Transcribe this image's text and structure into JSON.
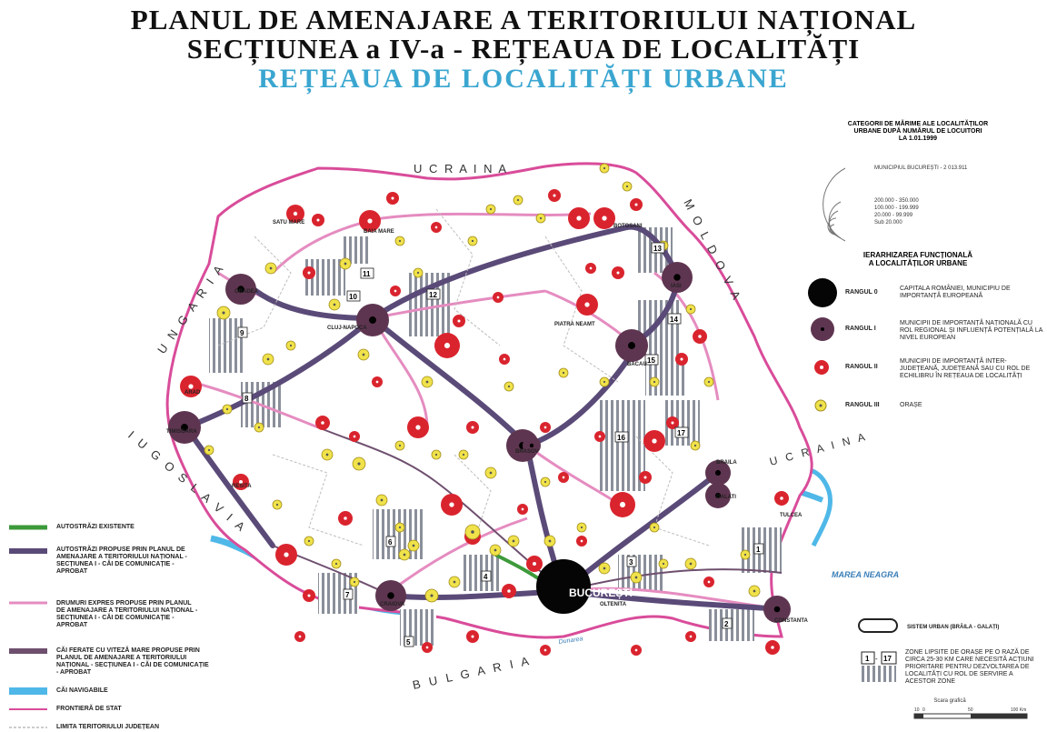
{
  "title": {
    "line1": "PLANUL DE AMENAJARE A TERITORIULUI NAȚIONAL",
    "line2": "SECȚIUNEA a IV-a - REȚEAUA DE LOCALITĂȚI",
    "line3": "REȚEAUA DE LOCALITĂȚI URBANE"
  },
  "neighbors": {
    "ucraina_north": "U C R A I N A",
    "moldova": "M O L D O V A",
    "ungaria": "U N G A R I A",
    "iugoslavia": "I U G O S L A V I A",
    "bulgaria": "B U L G A R I A",
    "ucraina_east": "U C R A I N A",
    "sea": "MAREA NEAGRA",
    "river": "Dunarea"
  },
  "cities": {
    "bucuresti": "BUCUREȘTI",
    "satu_mare": "SATU MARE",
    "baia_mare": "BAIA MARE",
    "botosani": "BOTOSANI",
    "iasi": "IASI",
    "oradea": "ORADEA",
    "cluj": "CLUJ-NAPOCA",
    "piatra_neamt": "PIATRA NEAMT",
    "bacau": "BACAU",
    "arad": "ARAD",
    "timisoara": "TIMISOARA",
    "brasov": "BRASOV",
    "galati": "GALATI",
    "braila": "BRAILA",
    "tulcea": "TULCEA",
    "constanta": "CONSTANTA",
    "craiova": "CRAIOVA",
    "resita": "RESITA",
    "oltenita": "OLTENITA"
  },
  "legend_size": {
    "title": "CATEGORII DE MĂRIME ALE LOCALITĂȚILOR URBANE DUPĂ NUMĂRUL DE LOCUITORI LA 1.01.1999",
    "bucuresti": "MUNICIPIUL BUCUREȘTI - 2 013.911",
    "r1": "200.000 - 350.000",
    "r2": "100.000 - 199.999",
    "r3": "20.000 - 99.999",
    "r4": "Sub 20.000"
  },
  "legend_rank": {
    "title": "IERARHIZAREA FUNCȚIONALĂ A LOCALITĂȚILOR URBANE",
    "items": [
      {
        "rank": "RANGUL 0",
        "desc": "CAPITALA ROMÂNIEI, MUNICIPIU DE IMPORTANȚĂ EUROPEANĂ",
        "color": "#050505"
      },
      {
        "rank": "RANGUL I",
        "desc": "MUNICIPII DE IMPORTANȚĂ NAȚIONALĂ CU ROL REGIONAL ȘI INFLUENȚĂ POTENȚIALĂ LA NIVEL EUROPEAN",
        "color": "#5e3550"
      },
      {
        "rank": "RANGUL II",
        "desc": "MUNICIPII DE IMPORTANȚĂ INTER-JUDEȚEANĂ, JUDEȚEANĂ SAU CU ROL DE ECHILIBRU ÎN REȚEAUA DE LOCALITĂȚI",
        "color": "#d9242e"
      },
      {
        "rank": "RANGUL III",
        "desc": "ORAȘE",
        "color": "#f0e24a"
      }
    ]
  },
  "legend_extra": {
    "sistem": "SISTEM URBAN (BRĂILA - GALAȚI)",
    "zone_range": "1 - 17",
    "zone_desc": "ZONE LIPSITE DE ORAȘE PE O RAZĂ DE CIRCA 25-30 KM CARE NECESITĂ ACȚIUNI PRIORITARE PENTRU DEZVOLTAREA DE LOCALITĂȚI CU ROL DE SERVIRE A ACESTOR ZONE",
    "scale_title": "Scara grafică",
    "scale_ticks": [
      "10",
      "0",
      "50",
      "100 Km"
    ]
  },
  "legend_lines": [
    {
      "label": "AUTOSTRĂZI EXISTENTE",
      "color": "#3c9a3a"
    },
    {
      "label": "AUTOSTRĂZI PROPUSE PRIN PLANUL DE AMENAJARE A TERITORIULUI NAȚIONAL - SECȚIUNEA I - CĂI DE COMUNICAȚIE - APROBAT",
      "color": "#5a4a78"
    },
    {
      "label": "DRUMURI EXPRES PROPUSE PRIN PLANUL DE AMENAJARE A TERITORIULUI NAȚIONAL - SECȚIUNEA I - CĂI DE COMUNICAȚIE - APROBAT",
      "color": "#e58cc0"
    },
    {
      "label": "CĂI FERATE CU VITEZĂ MARE PROPUSE PRIN PLANUL DE AMENAJARE A TERITORIULUI NAȚIONAL - SECȚIUNEA I - CĂI DE COMUNICAȚIE - APROBAT",
      "color": "#6e4f6e"
    },
    {
      "label": "CĂI NAVIGABILE",
      "color": "#4fb8e8"
    },
    {
      "label": "FRONTIERĂ DE STAT",
      "color": "#d94c9a"
    },
    {
      "label": "LIMITA TERITORIULUI JUDEȚEAN",
      "color": "#999999"
    }
  ],
  "zone_numbers": [
    "1",
    "2",
    "3",
    "4",
    "5",
    "6",
    "7",
    "8",
    "9",
    "10",
    "11",
    "12",
    "13",
    "14",
    "15",
    "16",
    "17"
  ]
}
